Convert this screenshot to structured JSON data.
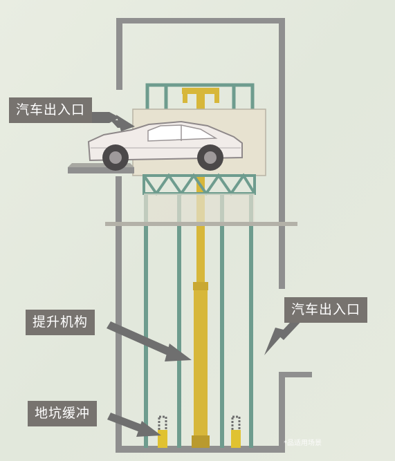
{
  "labels": {
    "car_entrance_top": "汽车出入口",
    "car_entrance_right": "汽车出入口",
    "lifting_mechanism": "提升机构",
    "pit_buffer": "地坑缓冲"
  },
  "watermark": "*品适用场景",
  "colors": {
    "background": "#e7ebe0",
    "shaft_wall": "#8f8f8f",
    "guide_rail": "#6e9c8e",
    "lift_column": "#d7b73a",
    "car_body": "#f1ece9",
    "platform": "#e7e2d0",
    "label_bg": "#77736f",
    "arrow": "#6f6f6f"
  }
}
